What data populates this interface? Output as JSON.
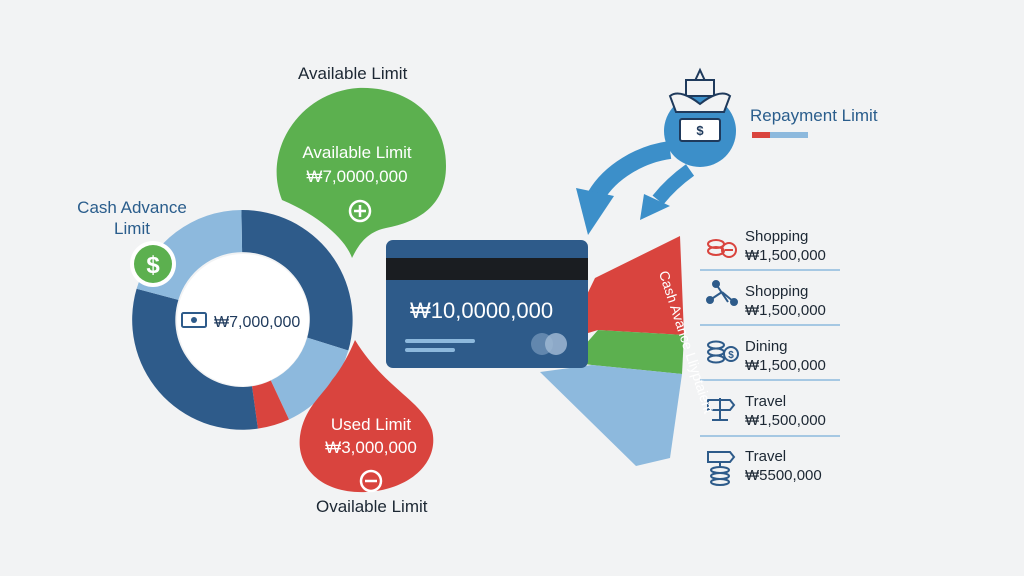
{
  "title": "Available Limit",
  "cash_advance": {
    "label": "Cash Advance Limit",
    "amount": "₩7,000,000",
    "icon": "dollar-icon",
    "note_icon": "banknote-icon"
  },
  "available": {
    "label": "Available Limit",
    "amount": "₩7,0000,000",
    "icon": "plus-circle-icon",
    "color": "#5cb04f"
  },
  "used": {
    "label": "Used Limit",
    "amount": "₩3,000,000",
    "icon": "minus-circle-icon",
    "color": "#d9443e"
  },
  "bottom_label": "Ovailable Limit",
  "card": {
    "amount": "₩10,0000,000",
    "color": "#2e5b8a"
  },
  "repayment": {
    "label": "Repayment Limit",
    "icon": "bank-hands-icon"
  },
  "fan": {
    "label": "Cash Avance Lliyptaient"
  },
  "categories": [
    {
      "name": "Shopping",
      "amount": "₩1,500,000",
      "icon": "coins-minus-icon"
    },
    {
      "name": "Shopping",
      "amount": "₩1,500,000",
      "icon": "network-icon"
    },
    {
      "name": "Dining",
      "amount": "₩1,500,000",
      "icon": "coins-dollar-icon"
    },
    {
      "name": "Travel",
      "amount": "₩1,500,000",
      "icon": "signpost-icon"
    },
    {
      "name": "Travel",
      "amount": "₩5500,000",
      "icon": "signpost-coins-icon"
    }
  ],
  "colors": {
    "navy": "#2e5b8a",
    "lightblue": "#8db9dd",
    "green": "#5cb04f",
    "red": "#d9443e",
    "arrowblue": "#3c8fc9"
  }
}
